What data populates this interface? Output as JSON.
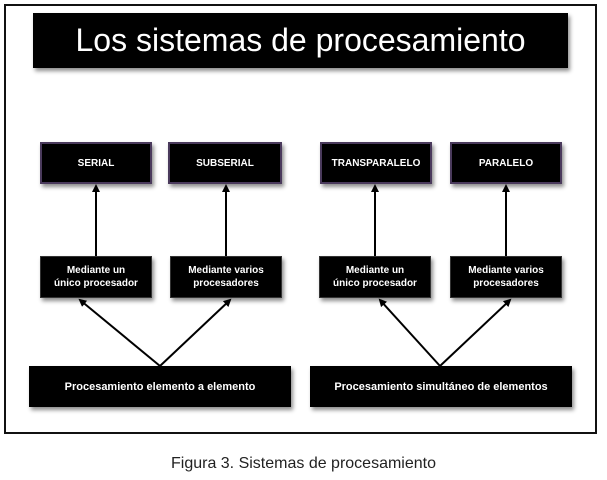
{
  "title": "Los sistemas de procesamiento",
  "top_boxes": [
    "SERIAL",
    "SUBSERIAL",
    "TRANSPARALELO",
    "PARALELO"
  ],
  "mid_boxes": [
    [
      "Mediante un",
      "único procesador"
    ],
    [
      "Mediante varios",
      "procesadores"
    ],
    [
      "Mediante un",
      "único procesador"
    ],
    [
      "Mediante varios",
      "procesadores"
    ]
  ],
  "bottom_boxes": [
    "Procesamiento elemento a elemento",
    "Procesamiento simultáneo de elementos"
  ],
  "caption": "Figura 3. Sistemas de procesamiento"
}
